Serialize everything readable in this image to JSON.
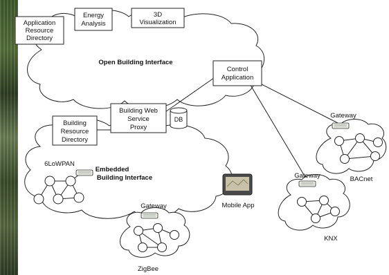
{
  "boxes": {
    "app_resource_directory": [
      "Application",
      "Resource",
      "Directory"
    ],
    "energy_analysis": [
      "Energy",
      "Analysis"
    ],
    "visualization_3d": [
      "3D",
      "Visualization"
    ],
    "control_application": [
      "Control",
      "Application"
    ],
    "building_web_service_proxy": [
      "Building Web",
      "Service",
      "Proxy"
    ],
    "building_resource_directory": [
      "Building",
      "Resource",
      "Directory"
    ],
    "db": "DB"
  },
  "clouds": {
    "open_building_interface": "Open Building Interface",
    "embedded_building_interface": [
      "Embedded",
      "Building Interface"
    ]
  },
  "networks": {
    "sixlowpan": "6LoWPAN",
    "zigbee": "ZigBee",
    "knx": "KNX",
    "bacnet": "BACnet"
  },
  "gateways": {
    "zigbee": "Gateway",
    "knx": "Gateway",
    "bacnet": "Gateway"
  },
  "mobile_app": "Mobile App",
  "colors": {
    "line": "#222222",
    "box_fill": "#ffffff",
    "node_fill": "#ffffff",
    "gateway_fill": "#e8ebe4"
  }
}
